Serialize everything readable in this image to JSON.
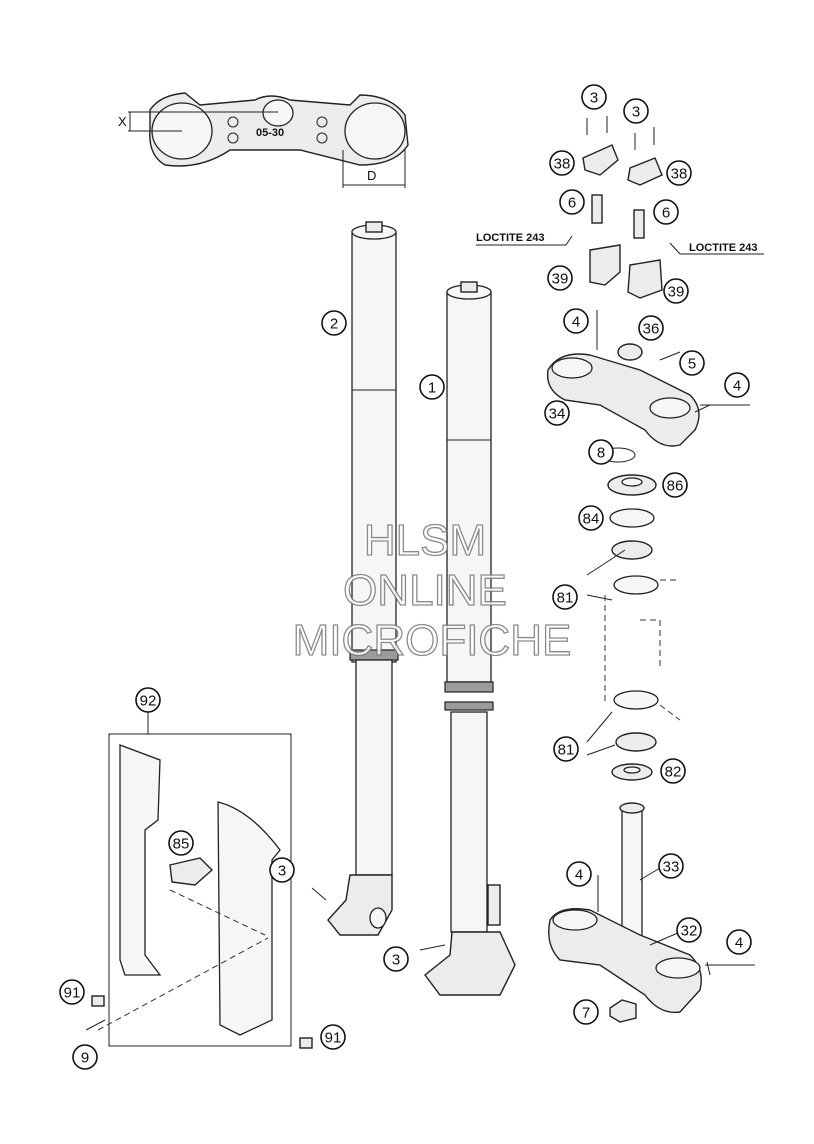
{
  "diagram": {
    "callouts": [
      {
        "id": "c3a",
        "label": "3"
      },
      {
        "id": "c3b",
        "label": "3"
      },
      {
        "id": "c38a",
        "label": "38"
      },
      {
        "id": "c38b",
        "label": "38"
      },
      {
        "id": "c6a",
        "label": "6"
      },
      {
        "id": "c6b",
        "label": "6"
      },
      {
        "id": "c39a",
        "label": "39"
      },
      {
        "id": "c39b",
        "label": "39"
      },
      {
        "id": "c4a",
        "label": "4"
      },
      {
        "id": "c36",
        "label": "36"
      },
      {
        "id": "c5",
        "label": "5"
      },
      {
        "id": "c4b",
        "label": "4"
      },
      {
        "id": "c34",
        "label": "34"
      },
      {
        "id": "c8",
        "label": "8"
      },
      {
        "id": "c86",
        "label": "86"
      },
      {
        "id": "c84",
        "label": "84"
      },
      {
        "id": "c81a",
        "label": "81"
      },
      {
        "id": "c81b",
        "label": "81"
      },
      {
        "id": "c82",
        "label": "82"
      },
      {
        "id": "c33",
        "label": "33"
      },
      {
        "id": "c4c",
        "label": "4"
      },
      {
        "id": "c32",
        "label": "32"
      },
      {
        "id": "c4d",
        "label": "4"
      },
      {
        "id": "c7",
        "label": "7"
      },
      {
        "id": "c2",
        "label": "2"
      },
      {
        "id": "c1",
        "label": "1"
      },
      {
        "id": "c92",
        "label": "92"
      },
      {
        "id": "c85",
        "label": "85"
      },
      {
        "id": "c3c",
        "label": "3"
      },
      {
        "id": "c3d",
        "label": "3"
      },
      {
        "id": "c91a",
        "label": "91"
      },
      {
        "id": "c91b",
        "label": "91"
      },
      {
        "id": "c9",
        "label": "9"
      }
    ],
    "loctite_left": "LOCTITE 243",
    "loctite_right": "LOCTITE 243",
    "dim_x": "X",
    "dim_d": "D",
    "clamp_marking": "05-30",
    "watermark": [
      "HLSM",
      "ONLINE",
      "MICROFICHE"
    ]
  }
}
